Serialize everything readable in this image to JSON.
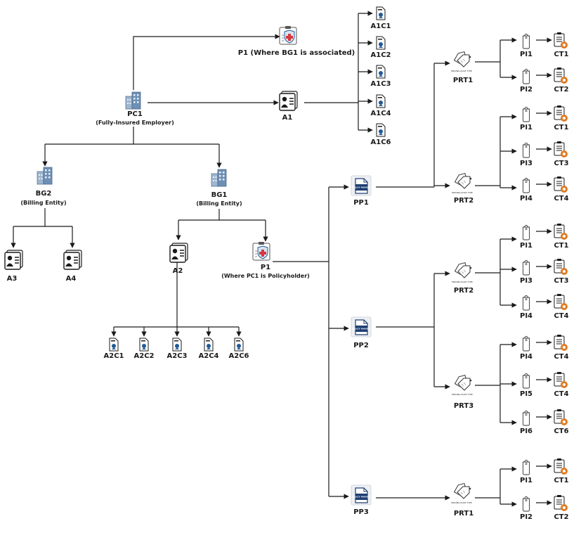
{
  "nodes": {
    "pc1": {
      "label": "PC1",
      "sub": "(Fully-Insured Employer)",
      "icon": "building-icon"
    },
    "p1_top": {
      "label": "P1 (Where BG1 is associated)",
      "icon": "policy-icon"
    },
    "a1": {
      "label": "A1",
      "icon": "contact-card-icon"
    },
    "a1c1": {
      "label": "A1C1",
      "icon": "member-doc-icon"
    },
    "a1c2": {
      "label": "A1C2",
      "icon": "member-doc-icon"
    },
    "a1c3": {
      "label": "A1C3",
      "icon": "member-doc-icon"
    },
    "a1c4": {
      "label": "A1C4",
      "icon": "member-doc-icon"
    },
    "a1c6": {
      "label": "A1C6",
      "icon": "member-doc-icon"
    },
    "bg2": {
      "label": "BG2",
      "sub": "(Billing Entity)",
      "icon": "building-icon"
    },
    "bg1": {
      "label": "BG1",
      "sub": "(Billing Entity)",
      "icon": "building-icon"
    },
    "a3": {
      "label": "A3",
      "icon": "contact-card-icon"
    },
    "a4": {
      "label": "A4",
      "icon": "contact-card-icon"
    },
    "a2": {
      "label": "A2",
      "icon": "contact-card-icon"
    },
    "p1_mid": {
      "label": "P1",
      "sub": "(Where PC1 is Policyholder)",
      "icon": "policy-icon"
    },
    "a2c1": {
      "label": "A2C1",
      "icon": "member-doc-icon"
    },
    "a2c2": {
      "label": "A2C2",
      "icon": "member-doc-icon"
    },
    "a2c3": {
      "label": "A2C3",
      "icon": "member-doc-icon"
    },
    "a2c4": {
      "label": "A2C4",
      "icon": "member-doc-icon"
    },
    "a2c6": {
      "label": "A2C6",
      "icon": "member-doc-icon"
    },
    "pp1": {
      "label": "PP1",
      "icon": "policy-manual-icon",
      "icon_text": "POLICY MANUAL"
    },
    "pp2": {
      "label": "PP2",
      "icon": "policy-manual-icon",
      "icon_text": "POLICY MANUAL"
    },
    "pp3": {
      "label": "PP3",
      "icon": "policy-manual-icon",
      "icon_text": "POLICY MANUAL"
    },
    "prt1_a": {
      "label": "PRT1",
      "icon": "price-tags-icon",
      "icon_text": "PRICING RULE TYPE"
    },
    "prt2_a": {
      "label": "PRT2",
      "icon": "price-tags-icon",
      "icon_text": "PRICING RULE TYPE"
    },
    "prt2_b": {
      "label": "PRT2",
      "icon": "price-tags-icon",
      "icon_text": "PRICING RULE TYPE"
    },
    "prt3": {
      "label": "PRT3",
      "icon": "price-tags-icon",
      "icon_text": "PRICING RULE TYPE"
    },
    "prt1_b": {
      "label": "PRT1",
      "icon": "price-tags-icon",
      "icon_text": "PRICING RULE TYPE"
    }
  },
  "leaf_rows": [
    {
      "pi": "PI1",
      "ct": "CT1"
    },
    {
      "pi": "PI2",
      "ct": "CT2"
    },
    {
      "pi": "PI1",
      "ct": "CT1"
    },
    {
      "pi": "PI3",
      "ct": "CT3"
    },
    {
      "pi": "PI4",
      "ct": "CT4"
    },
    {
      "pi": "PI1",
      "ct": "CT1"
    },
    {
      "pi": "PI3",
      "ct": "CT3"
    },
    {
      "pi": "PI4",
      "ct": "CT4"
    },
    {
      "pi": "PI4",
      "ct": "CT4"
    },
    {
      "pi": "PI5",
      "ct": "CT4"
    },
    {
      "pi": "PI6",
      "ct": "CT6"
    },
    {
      "pi": "PI1",
      "ct": "CT1"
    },
    {
      "pi": "PI2",
      "ct": "CT2"
    }
  ],
  "leaf_icons": {
    "pi": "price-tag-icon",
    "ct": "checklist-gear-icon"
  },
  "colors": {
    "line": "#1a1a1a",
    "accent_red": "#d9363e",
    "accent_blue": "#1f5a96",
    "gear_orange": "#e07b22",
    "building_blue": "#6f90b5"
  }
}
